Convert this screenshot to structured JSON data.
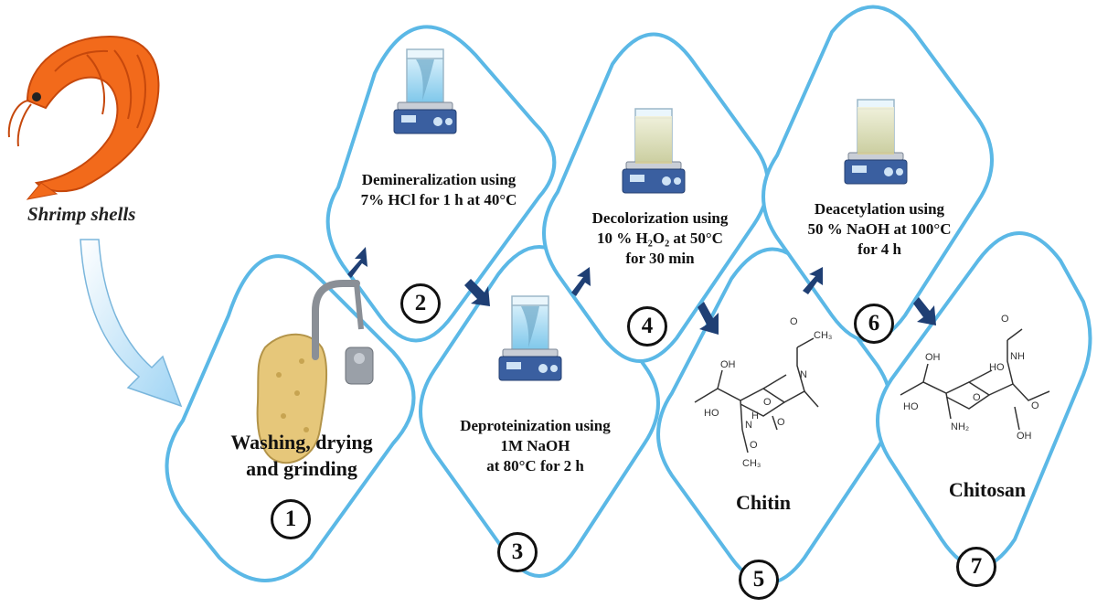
{
  "source": {
    "label": "Shrimp shells"
  },
  "steps": [
    {
      "number": "1",
      "label_lines": [
        "Washing, drying",
        "and grinding"
      ]
    },
    {
      "number": "2",
      "label_lines": [
        "Demineralization  using",
        "7% HCl for 1 h at 40°C"
      ]
    },
    {
      "number": "3",
      "label_lines": [
        "Deproteinization  using",
        "1M NaOH",
        "at 80°C for 2 h"
      ]
    },
    {
      "number": "4",
      "label_lines": [
        "Decolorization  using",
        "10 % H₂O₂ at 50°C",
        "for 30 min"
      ]
    },
    {
      "number": "5",
      "label_lines": [
        "Chitin"
      ]
    },
    {
      "number": "6",
      "label_lines": [
        "Deacetylation using",
        "50 % NaOH at 100°C",
        "for 4 h"
      ]
    },
    {
      "number": "7",
      "label_lines": [
        "Chitosan"
      ]
    }
  ],
  "colors": {
    "card_border": "#5bb8e6",
    "arrow": "#1f3f74",
    "big_arrow": "#bfe4f9",
    "shrimp": "#f26a1b",
    "stirrer": "#3a5fa0",
    "liquid": "#8fd0ec",
    "sponge": "#e6c77a"
  }
}
